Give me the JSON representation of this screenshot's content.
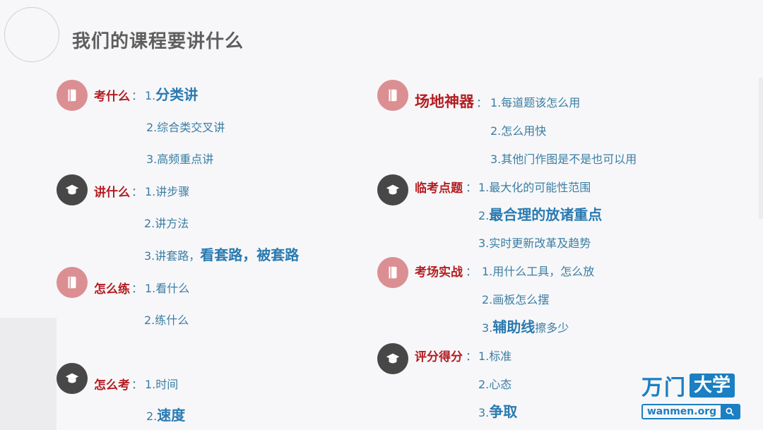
{
  "title": "我们的课程要讲什么",
  "left": [
    {
      "icon": "book-icon",
      "badge_color": "#db8f92",
      "category": "考什么",
      "colon": "：",
      "items": [
        {
          "num": "1.",
          "text": "",
          "em": "分类讲"
        },
        {
          "num": "2.",
          "text": "综合类交叉讲",
          "em": ""
        },
        {
          "num": "3.",
          "text": "高频重点讲",
          "em": ""
        }
      ]
    },
    {
      "icon": "graduation-cap-icon",
      "badge_color": "#474747",
      "category": "讲什么",
      "colon": "：",
      "items": [
        {
          "num": "1.",
          "text": "讲步骤",
          "em": ""
        },
        {
          "num": "2.",
          "text": "讲方法",
          "em": ""
        },
        {
          "num": "3.",
          "text": "讲套路，",
          "em": "看套路，被套路"
        }
      ]
    },
    {
      "icon": "book-icon",
      "badge_color": "#db8f92",
      "category": "怎么练",
      "colon": "：",
      "items": [
        {
          "num": "1.",
          "text": "看什么",
          "em": ""
        },
        {
          "num": "2.",
          "text": "练什么",
          "em": ""
        }
      ]
    },
    {
      "icon": "graduation-cap-icon",
      "badge_color": "#474747",
      "category": "怎么考",
      "colon": "：",
      "items": [
        {
          "num": "1.",
          "text": "时间",
          "em": ""
        },
        {
          "num": "2.",
          "text": "",
          "em": "速度"
        }
      ]
    }
  ],
  "right": [
    {
      "icon": "book-icon",
      "badge_color": "#db8f92",
      "category": "场地神器",
      "colon": "：",
      "items": [
        {
          "num": "1.",
          "text": "每道题该怎么用",
          "em": ""
        },
        {
          "num": "2.",
          "text": "怎么用快",
          "em": ""
        },
        {
          "num": "3.",
          "text": "其他门作图是不是也可以用",
          "em": ""
        }
      ]
    },
    {
      "icon": "graduation-cap-icon",
      "badge_color": "#474747",
      "category": "临考点题",
      "colon": "：",
      "items": [
        {
          "num": "1.",
          "text": "最大化的可能性范围",
          "em": ""
        },
        {
          "num": "2.",
          "text": "",
          "em": "最合理的放诸重点"
        },
        {
          "num": "3.",
          "text": "实时更新改革及趋势",
          "em": ""
        }
      ]
    },
    {
      "icon": "book-icon",
      "badge_color": "#db8f92",
      "category": "考场实战",
      "colon": "：",
      "items": [
        {
          "num": "1.",
          "text": "用什么工具，怎么放",
          "em": ""
        },
        {
          "num": "2.",
          "text": "画板怎么摆",
          "em": ""
        },
        {
          "num": "3.",
          "text": "",
          "em": "辅助线",
          "tail": "擦多少"
        }
      ]
    },
    {
      "icon": "graduation-cap-icon",
      "badge_color": "#474747",
      "category": "评分得分",
      "colon": "：",
      "items": [
        {
          "num": "1.",
          "text": "标准",
          "em": ""
        },
        {
          "num": "2.",
          "text": "心态",
          "em": ""
        },
        {
          "num": "3.",
          "text": "",
          "em": "争取"
        }
      ]
    }
  ],
  "logo": {
    "cn_part1": "万门",
    "cn_part2": "大学",
    "url": "wanmen.org"
  }
}
